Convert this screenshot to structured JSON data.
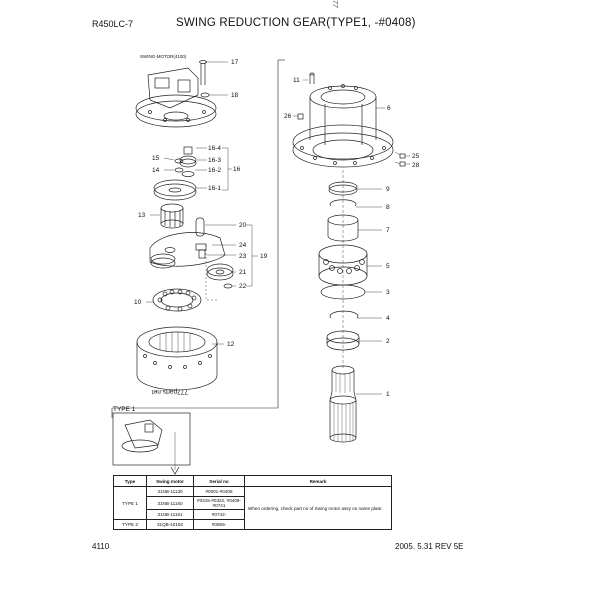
{
  "header": {
    "model": "R450LC-7",
    "title": "SWING REDUCTION GEAR(TYPE1, -#0408)",
    "corner_note": "777"
  },
  "diagram": {
    "motor_label": "SWING-MOTOR(4100)",
    "watermark": "777parts.net",
    "type_box_label": "TYPE 1",
    "callouts": [
      "1",
      "2",
      "3",
      "4",
      "5",
      "6",
      "7",
      "8",
      "9",
      "10",
      "11",
      "12",
      "13",
      "14",
      "15",
      "16",
      "16-1",
      "16-2",
      "16-3",
      "16-4",
      "17",
      "18",
      "19",
      "20",
      "21",
      "22",
      "23",
      "24",
      "25",
      "26"
    ]
  },
  "table": {
    "headers": [
      "Type",
      "Swing motor",
      "Serial no",
      "Remark"
    ],
    "rows": [
      {
        "type": "",
        "motor": "31NB-11130",
        "serial": "#0001-#0408"
      },
      {
        "type": "TYPE 1",
        "motor": "31NB-11160",
        "serial": "#0315-#0322, #0409-#0741"
      },
      {
        "type": "",
        "motor": "31NB-11161",
        "serial": "#0742-"
      },
      {
        "type": "TYPE 2",
        "motor": "31QB-10150",
        "serial": "#0856-"
      }
    ],
    "remark": "When ordering, check part no of Swing motor assy on name plate."
  },
  "footer": {
    "page": "4110",
    "date": "2005. 5.31  REV 5E"
  }
}
